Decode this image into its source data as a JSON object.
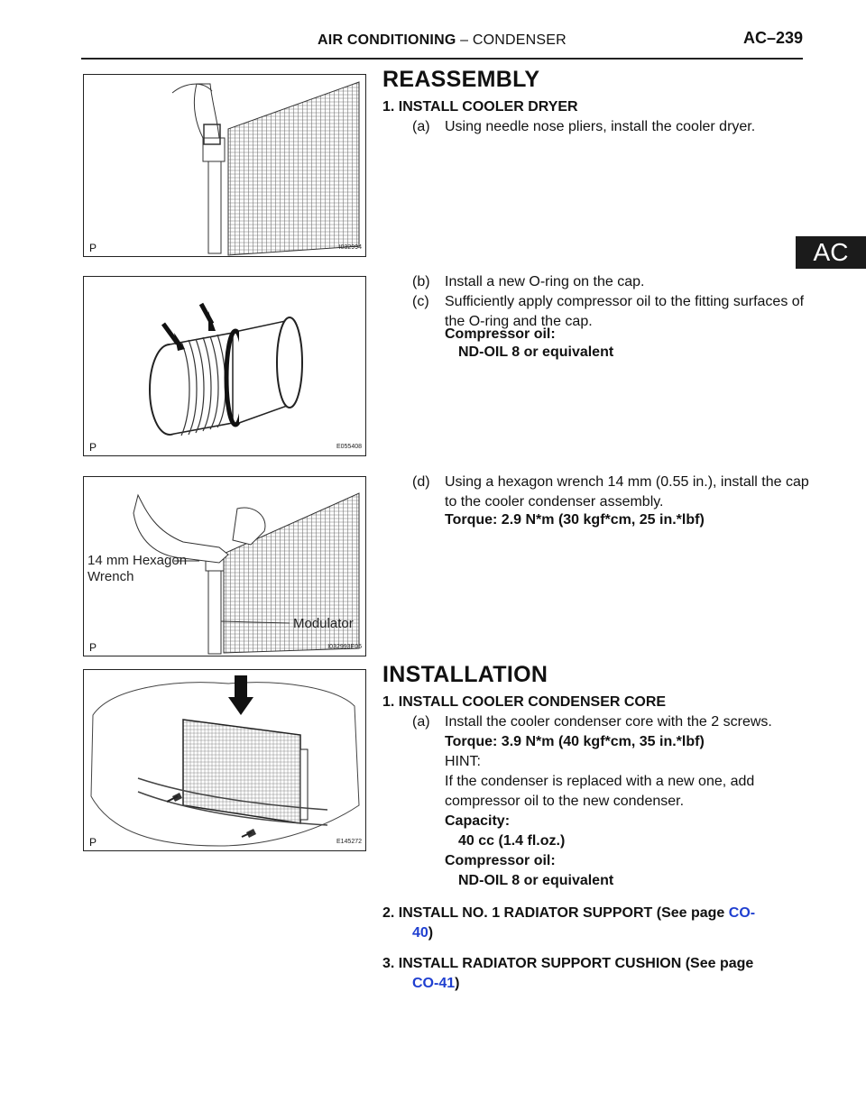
{
  "header": {
    "section": "AIR CONDITIONING",
    "sep": "–",
    "sub": "CONDENSER",
    "page": "AC–239"
  },
  "tab": "AC",
  "figures": [
    {
      "p": "P",
      "code": "I032994",
      "labels": []
    },
    {
      "p": "P",
      "code": "E055408",
      "labels": []
    },
    {
      "p": "P",
      "code": "I032993E06",
      "labels": [
        "14 mm  Hexagon",
        "Wrench",
        "Modulator"
      ]
    },
    {
      "p": "P",
      "code": "E145272",
      "labels": []
    }
  ],
  "reassembly": {
    "title": "REASSEMBLY",
    "step1": "1.   INSTALL COOLER DRYER",
    "a": {
      "mk": "(a)",
      "text": "Using needle nose pliers, install the cooler dryer."
    },
    "b": {
      "mk": "(b)",
      "text": "Install a new O-ring on the cap."
    },
    "c": {
      "mk": "(c)",
      "text": "Sufficiently apply compressor oil to the fitting surfaces of the O-ring and the cap."
    },
    "oil_label": "Compressor oil:",
    "oil_value": "ND-OIL 8 or equivalent",
    "d": {
      "mk": "(d)",
      "text": "Using a hexagon wrench 14 mm (0.55 in.), install the cap to the cooler condenser assembly."
    },
    "torque": "Torque: 2.9 N*m (30 kgf*cm, 25 in.*lbf)"
  },
  "installation": {
    "title": "INSTALLATION",
    "step1": "1.   INSTALL COOLER CONDENSER CORE",
    "a": {
      "mk": "(a)",
      "text": "Install the cooler condenser core with the 2 screws."
    },
    "torque": "Torque: 3.9 N*m (40 kgf*cm, 35 in.*lbf)",
    "hint": "HINT:",
    "hint_text": "If the condenser is replaced with a new one, add compressor oil to the new condenser.",
    "capacity_label": "Capacity:",
    "capacity_value": "40 cc (1.4 fl.oz.)",
    "oil_label": "Compressor oil:",
    "oil_value": "ND-OIL 8 or equivalent",
    "step2_pre": "2.   INSTALL NO. 1 RADIATOR SUPPORT (See page ",
    "step2_link_a": "CO-",
    "step2_link_b": "40",
    "step2_post": ")",
    "step3_pre": "3.   INSTALL RADIATOR SUPPORT CUSHION (See page ",
    "step3_link": "CO-41",
    "step3_post": ")"
  }
}
